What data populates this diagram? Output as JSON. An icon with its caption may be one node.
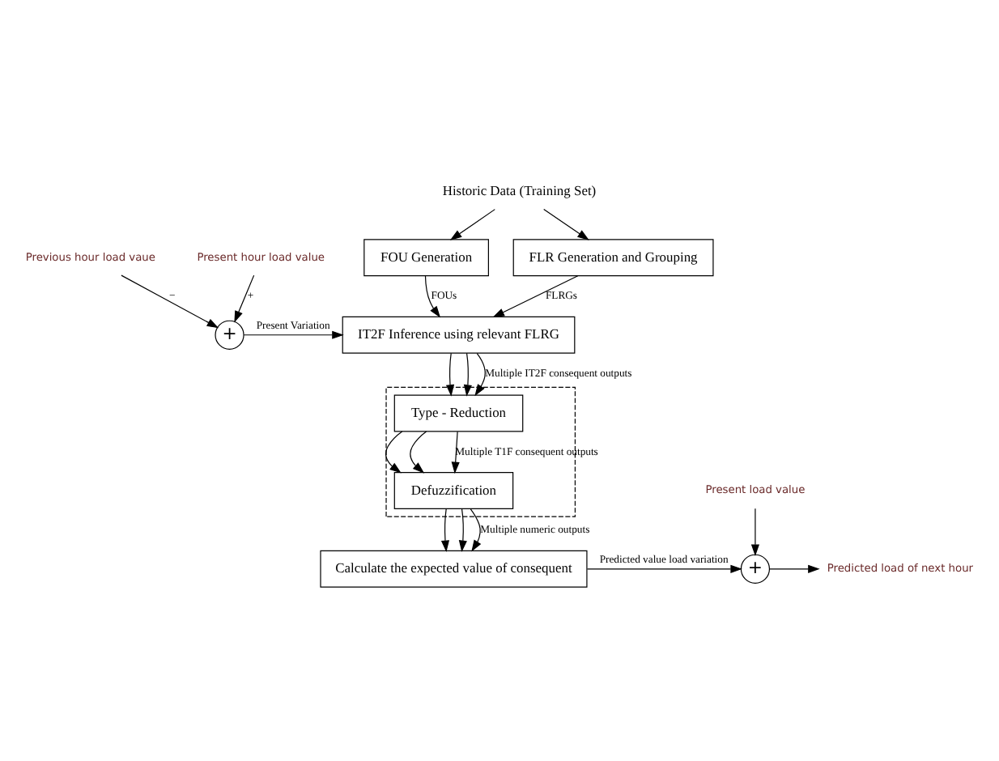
{
  "diagram": {
    "nodes": [
      {
        "text": [
          "Historic Data (Training Set)"
        ]
      },
      {
        "text": [
          "FOU Generation"
        ]
      },
      {
        "text": [
          "FLR Generation and Grouping"
        ]
      },
      {
        "text": [
          "Previous hour load vaue"
        ]
      },
      {
        "text": [
          "Present hour load value"
        ]
      },
      {
        "text": [
          "+"
        ]
      },
      {
        "text": [
          "IT2F Inference using relevant FLRG"
        ]
      },
      {
        "text": [],
        "shape": "box"
      },
      {
        "text": [
          "Type - Reduction"
        ],
        "in": 7
      },
      {
        "text": [
          "Defuzzification"
        ],
        "in": 7
      },
      {
        "text": [
          "Calculate the expected value of consequent"
        ]
      },
      {
        "text": [
          "+"
        ]
      },
      {
        "text": [
          "Present load value"
        ]
      },
      {
        "text": [
          "Predicted load of next hour"
        ]
      }
    ],
    "edges": [
      {
        "from": 0,
        "to": 2,
        "arrow": "to"
      },
      {
        "from": 0,
        "to": 1,
        "arrow": "to"
      },
      {
        "from": 1,
        "to": 6,
        "arrow": "to",
        "label": "FOUs"
      },
      {
        "from": 2,
        "to": 6,
        "arrow": "to",
        "label": "FLRGs"
      },
      {
        "from": 3,
        "to": 5,
        "arrow": "to",
        "label": "−"
      },
      {
        "from": 4,
        "to": 5,
        "arrow": "to",
        "label": "+"
      },
      {
        "from": 5,
        "to": 6,
        "arrow": "to",
        "label": "Present Variation"
      },
      {
        "from": 6,
        "to": 8,
        "arrow": "to"
      },
      {
        "from": 6,
        "to": 8,
        "arrow": "to"
      },
      {
        "from": 6,
        "to": 8,
        "arrow": "to",
        "label": "Multiple IT2F consequent outputs"
      },
      {
        "from": 8,
        "to": 9,
        "arrow": "to"
      },
      {
        "from": 8,
        "to": 9,
        "arrow": "to"
      },
      {
        "from": 8,
        "to": 9,
        "arrow": "to",
        "label": "Multiple T1F consequent outputs"
      },
      {
        "from": 9,
        "to": 10,
        "arrow": "to"
      },
      {
        "from": 9,
        "to": 10,
        "arrow": "to"
      },
      {
        "from": 9,
        "to": 10,
        "arrow": "to",
        "label": "Multiple numeric outputs"
      },
      {
        "from": 10,
        "to": 11,
        "arrow": "to",
        "label": "Predicted value load variation"
      },
      {
        "from": 12,
        "to": 11,
        "arrow": "to"
      },
      {
        "from": 11,
        "to": 13,
        "arrow": "to"
      }
    ]
  }
}
